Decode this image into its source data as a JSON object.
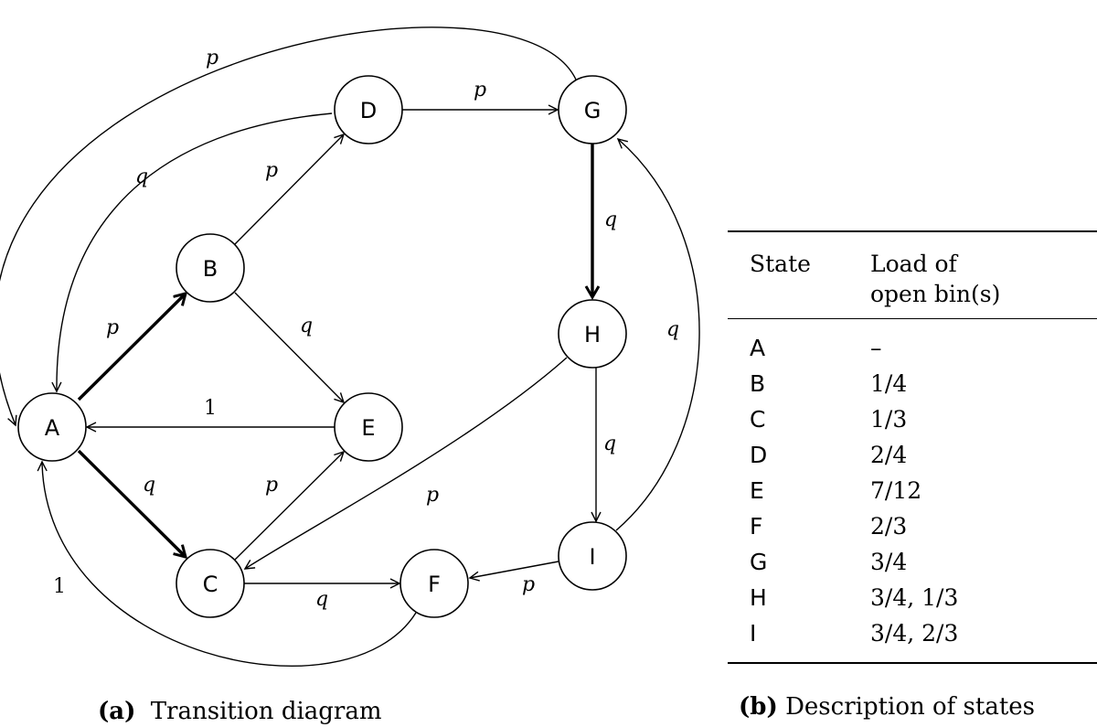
{
  "diagram": {
    "caption_tag": "(a)",
    "caption_text": "Transition diagram",
    "nodes": [
      "A",
      "B",
      "C",
      "D",
      "E",
      "F",
      "G",
      "H",
      "I"
    ],
    "edges": [
      {
        "from": "A",
        "to": "B",
        "label": "p",
        "bold": true
      },
      {
        "from": "A",
        "to": "C",
        "label": "q",
        "bold": true
      },
      {
        "from": "B",
        "to": "D",
        "label": "p",
        "bold": false
      },
      {
        "from": "B",
        "to": "E",
        "label": "q",
        "bold": false
      },
      {
        "from": "C",
        "to": "E",
        "label": "p",
        "bold": false
      },
      {
        "from": "C",
        "to": "F",
        "label": "q",
        "bold": false
      },
      {
        "from": "D",
        "to": "G",
        "label": "p",
        "bold": false
      },
      {
        "from": "D",
        "to": "A",
        "label": "q",
        "bold": false
      },
      {
        "from": "E",
        "to": "A",
        "label": "1",
        "bold": false
      },
      {
        "from": "F",
        "to": "A",
        "label": "1",
        "bold": false
      },
      {
        "from": "G",
        "to": "H",
        "label": "q",
        "bold": true
      },
      {
        "from": "G",
        "to": "A",
        "label": "p",
        "bold": false
      },
      {
        "from": "H",
        "to": "I",
        "label": "q",
        "bold": false
      },
      {
        "from": "H",
        "to": "C",
        "label": "p",
        "bold": false
      },
      {
        "from": "I",
        "to": "F",
        "label": "p",
        "bold": false
      },
      {
        "from": "I",
        "to": "G",
        "label": "q",
        "bold": false
      }
    ]
  },
  "table": {
    "caption_tag": "(b)",
    "caption_text": "Description of states",
    "header_state": "State",
    "header_load_line1": "Load of",
    "header_load_line2": "open bin(s)",
    "rows": [
      {
        "state": "A",
        "load": "–"
      },
      {
        "state": "B",
        "load": "1/4"
      },
      {
        "state": "C",
        "load": "1/3"
      },
      {
        "state": "D",
        "load": "2/4"
      },
      {
        "state": "E",
        "load": "7/12"
      },
      {
        "state": "F",
        "load": "2/3"
      },
      {
        "state": "G",
        "load": "3/4"
      },
      {
        "state": "H",
        "load": "3/4, 1/3"
      },
      {
        "state": "I",
        "load": "3/4, 2/3"
      }
    ]
  }
}
